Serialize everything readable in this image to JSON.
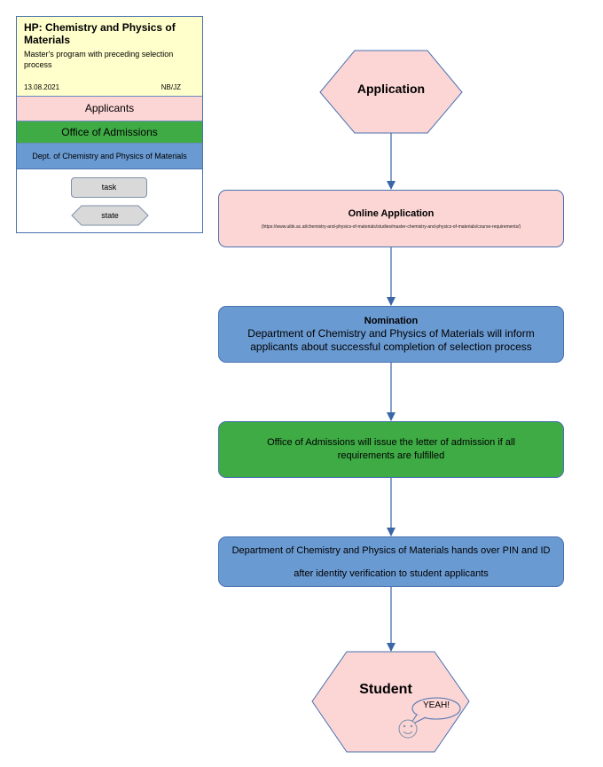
{
  "legend": {
    "title": "HP: Chemistry and Physics of Materials",
    "subtitle": "Master's program with preceding selection process",
    "date": "13.08.2021",
    "initials": "NB/JZ",
    "applicants": "Applicants",
    "admissions": "Office of Admissions",
    "department": "Dept. of Chemistry and Physics of Materials",
    "task": "task",
    "state": "state"
  },
  "flow": {
    "application": "Application",
    "online_title": "Online Application",
    "online_url": "(https://www.uibk.ac.at/chemistry-and-physics-of-materials/studies/master-chemistry-and-physics-of-materials/course-requirements/)",
    "nomination_title": "Nomination",
    "nomination_text": "Department of Chemistry and Physics of Materials will inform applicants about successful completion of selection process",
    "admissions_text": "Office of Admissions will issue the letter of admission if all requirements are fulfilled",
    "pin_text": "Department of Chemistry and Physics of Materials hands over PIN and ID after identity verification to student applicants",
    "student": "Student",
    "yeah": "YEAH!"
  },
  "colors": {
    "applicants": "#fcd5d5",
    "admissions": "#3eab45",
    "department": "#6a9ad2",
    "legend_header": "#ffffcc",
    "connector": "#3a66a8"
  }
}
